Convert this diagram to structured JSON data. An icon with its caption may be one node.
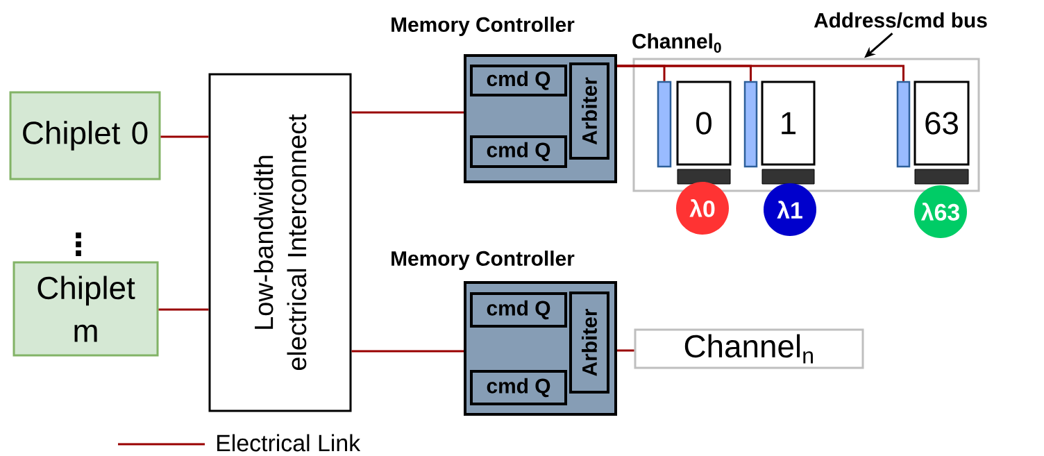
{
  "diagram": {
    "nodes": [
      {
        "text": [
          "Chiplet 0"
        ]
      },
      {
        "text": [
          "Chiplet m"
        ]
      },
      {
        "text": [
          "Low-bandwidth electrical Interconnect"
        ]
      },
      {
        "text": [
          "Memory Controller"
        ]
      },
      {
        "text": [
          "cmd Q"
        ],
        "in": 3
      },
      {
        "text": [
          "cmd Q"
        ],
        "in": 3
      },
      {
        "text": [
          "Arbiter"
        ],
        "in": 3
      },
      {
        "text": [
          "Address/cmd bus"
        ]
      },
      {
        "text": [
          "Channel$_{0}$"
        ]
      },
      {
        "text": [],
        "shape": "bar",
        "in": 8
      },
      {
        "text": [
          "0"
        ],
        "in": 8
      },
      {
        "text": [],
        "shape": "bar",
        "in": 8
      },
      {
        "text": [
          "1"
        ],
        "in": 8
      },
      {
        "text": [],
        "shape": "bar",
        "in": 8
      },
      {
        "text": [
          "63"
        ],
        "in": 8
      },
      {
        "text": [
          "λ0"
        ]
      },
      {
        "text": [
          "λ1"
        ]
      },
      {
        "text": [
          "λ63"
        ]
      },
      {
        "text": [
          "Memory Controller"
        ]
      },
      {
        "text": [
          "cmd Q"
        ],
        "in": 18
      },
      {
        "text": [
          "cmd Q"
        ],
        "in": 18
      },
      {
        "text": [
          "Arbiter"
        ],
        "in": 18
      },
      {
        "text": [
          "Channel$_{n}$"
        ]
      }
    ],
    "edges": [
      {
        "from": 0,
        "to": 2,
        "arrow": "none"
      },
      {
        "from": 1,
        "to": 2,
        "arrow": "none"
      },
      {
        "from": 2,
        "to": 3,
        "arrow": "none"
      },
      {
        "from": 2,
        "to": 18,
        "arrow": "none"
      },
      {
        "from": 3,
        "to": 9,
        "arrow": "none"
      },
      {
        "from": 3,
        "to": 11,
        "arrow": "none"
      },
      {
        "from": 3,
        "to": 13,
        "arrow": "none"
      },
      {
        "from": 18,
        "to": 22,
        "arrow": "none"
      },
      {
        "from": 7,
        "to": 8,
        "arrow": "to",
        "color": "#000000"
      }
    ],
    "labels": [
      "⋮"
    ],
    "legend": [
      {
        "text": "Electrical Link"
      }
    ]
  }
}
